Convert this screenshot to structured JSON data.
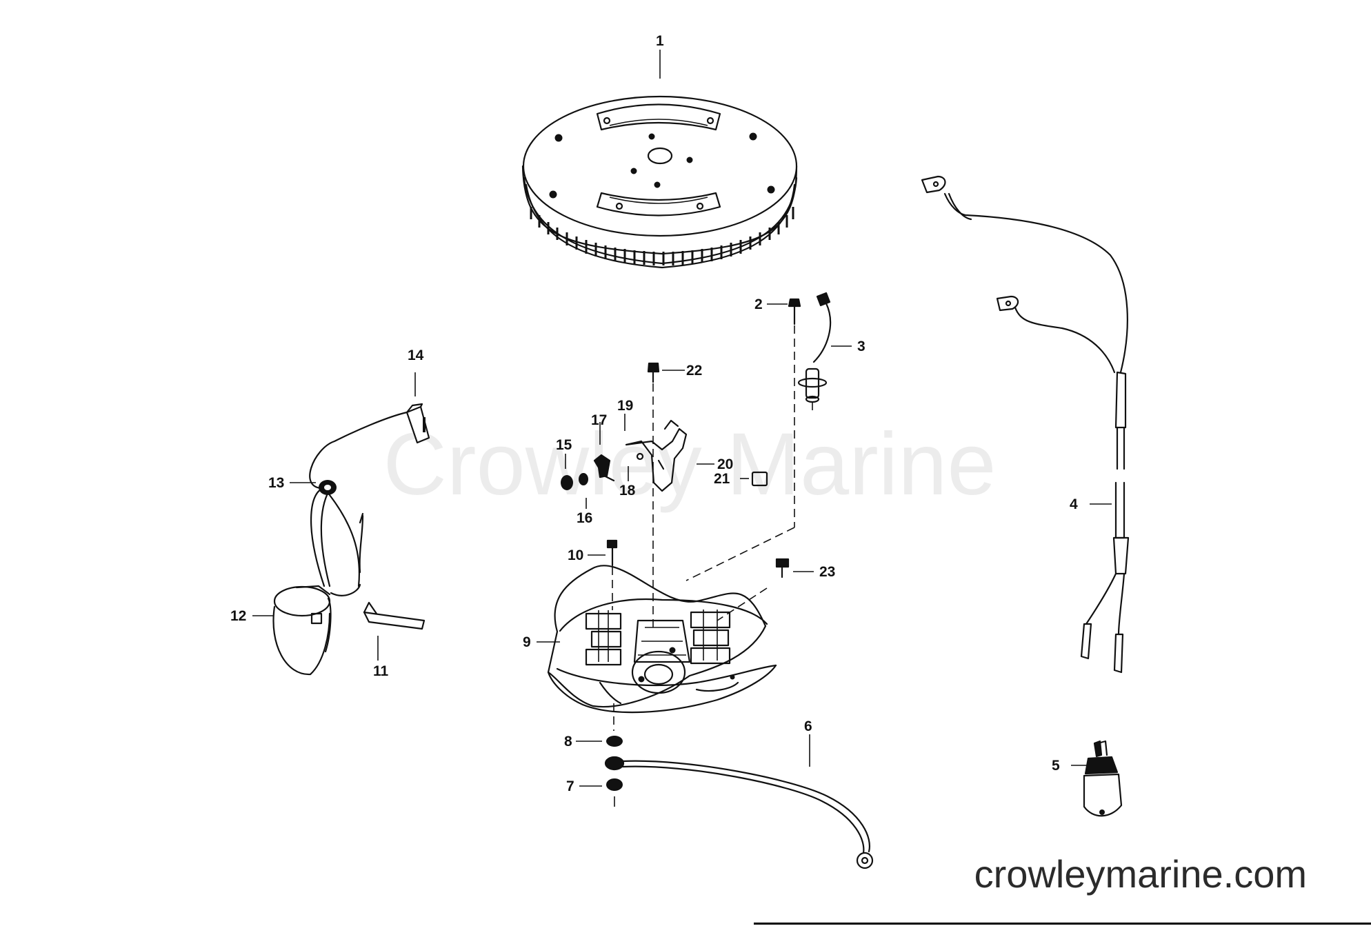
{
  "watermark": "Crowley Marine",
  "site_url": "crowleymarine.com",
  "callouts": [
    "1",
    "2",
    "3",
    "4",
    "5",
    "6",
    "7",
    "8",
    "9",
    "10",
    "11",
    "12",
    "13",
    "14",
    "15",
    "16",
    "17",
    "18",
    "19",
    "20",
    "21",
    "22",
    "23"
  ],
  "colors": {
    "ink": "#111111",
    "background": "#ffffff"
  }
}
